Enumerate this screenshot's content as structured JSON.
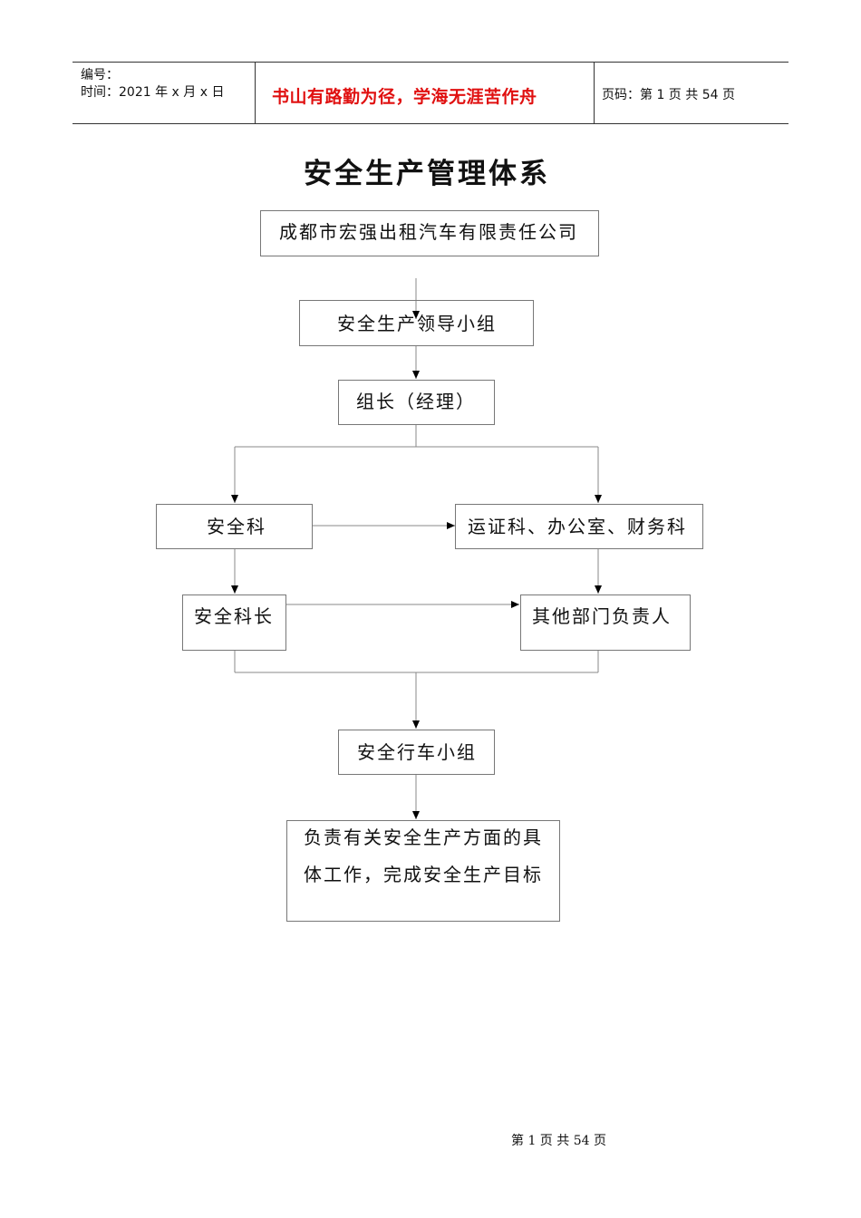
{
  "header": {
    "number_label": "编号：",
    "time_label": "时间：2021 年 x 月 x 日",
    "motto": "书山有路勤为径，学海无涯苦作舟",
    "page_label": "页码：第 1 页  共 54 页"
  },
  "title": "安全生产管理体系",
  "chart": {
    "company": "成都市宏强出租汽车有限责任公司",
    "leading_group": "安全生产领导小组",
    "leader": "组长（经理）",
    "safety_dept": "安全科",
    "other_depts": "运证科、办公室、财务科",
    "safety_chief": "安全科长",
    "other_heads": "其他部门负责人",
    "driving_group": "安全行车小组",
    "duty_line1": "负责有关安全生产方面的具",
    "duty_line2": "体工作，完成安全生产目标"
  },
  "footer": {
    "page": "第  1  页  共  54  页"
  }
}
